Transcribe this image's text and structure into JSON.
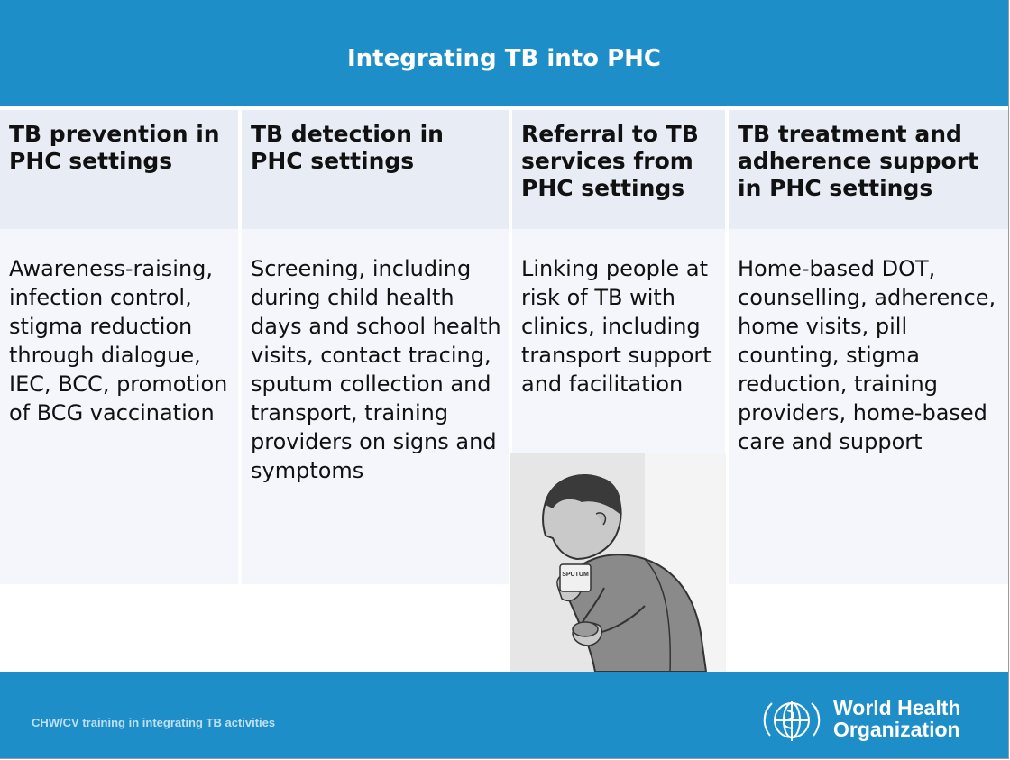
{
  "title": "Integrating TB into PHC",
  "columns": [
    {
      "header": "TB prevention in PHC settings",
      "body": "Awareness-raising, infection control, stigma reduction through dialogue, IEC, BCC, promotion of BCG vaccination"
    },
    {
      "header": "TB detection in PHC settings",
      "body": "Screening, including during child health days and school health visits, contact tracing, sputum collection and transport, training providers on signs and symptoms"
    },
    {
      "header": "Referral to TB services from PHC settings",
      "body": "Linking people at risk of TB with clinics, including transport support and facilitation"
    },
    {
      "header": "TB treatment and adherence support in PHC settings",
      "body": "Home-based DOT, counselling, adherence, home visits, pill counting, stigma reduction, training providers, home-based care and support"
    }
  ],
  "illustration": {
    "cup_label": "SPUTUM"
  },
  "footer": {
    "text": "CHW/CV training in integrating TB activities",
    "logo_line1": "World Health",
    "logo_line2": "Organization"
  },
  "colors": {
    "accent": "#1e8ec8",
    "header_cell": "#e8ecf5",
    "body_cell": "#f4f6fb"
  }
}
